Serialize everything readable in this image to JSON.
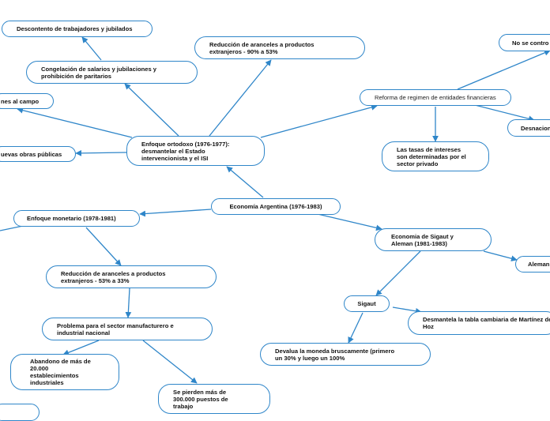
{
  "colors": {
    "line": "#2f86c9",
    "border": "#2f86c9",
    "text": "#111111",
    "background": "#ffffff"
  },
  "nodes": {
    "root": "Economía Argentina (1976-1983)",
    "ortodoxo": "Enfoque ortodoxo (1976-1977):\ndesmantelar el Estado\nintervencionista y el ISI",
    "descontento": "Descontento de trabajadores y jubilados",
    "congelacion": "Congelación de salarios y jubilaciones y\nprohibición de paritarios",
    "reduccion90": "Reducción de aranceles a productos\nextranjeros - 90% a 53%",
    "campo": "nes al campo",
    "obras": "uevas obras públicas",
    "reforma": "Reforma de regimen de entidades financieras",
    "nosecontrol": "No se contro",
    "desnacion": "Desnacion",
    "tasas": "Las tasas de intereses\nson determinadas por el\nsector privado",
    "monetario": "Enfoque monetario (1978-1981)",
    "reduccion53": "Reducción de aranceles a productos\nextranjeros - 53% a 33%",
    "problema": "Problema para el sector manufacturero e\nindustrial nacional",
    "abandono": "Abandono de más de\n20.000\nestablecimientos\nindustriales",
    "pierden": "Se pierden más de\n300.000 puestos de\ntrabajo",
    "sigaut_aleman": "Economia de Sigaut y\nAleman (1981-1983)",
    "aleman": "Aleman",
    "sigaut": "Sigaut",
    "desmantela": "Desmantela la tabla cambiaria de Martínez de\nHoz",
    "devalua": "Devalua la moneda bruscamente (primero\nun 30% y luego un 100%"
  }
}
